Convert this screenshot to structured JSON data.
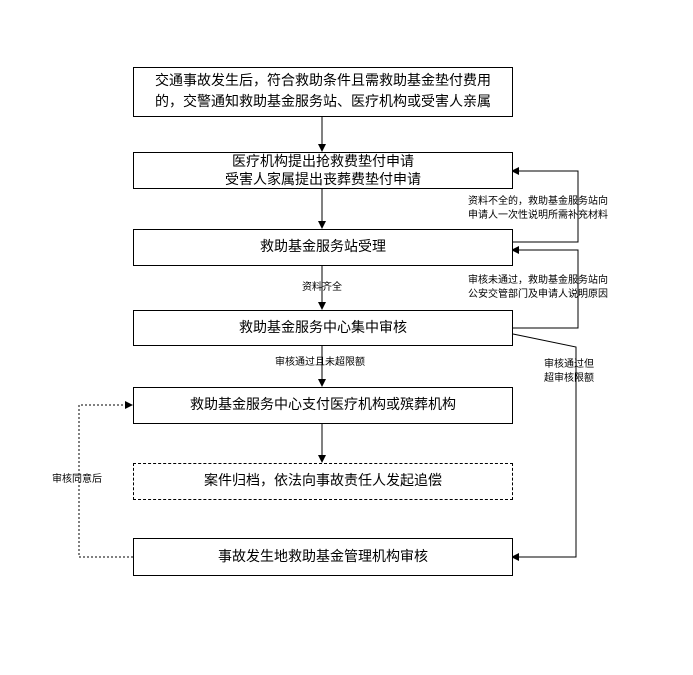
{
  "nodes": {
    "step1": [
      "交通事故发生后，符合救助条件且需救助基金垫付费用",
      "的，交警通知救助基金服务站、医疗机构或受害人亲属"
    ],
    "step2": [
      "医疗机构提出抢救费垫付申请",
      "受害人家属提出丧葬费垫付申请"
    ],
    "step3": "救助基金服务站受理",
    "step4": "救助基金服务中心集中审核",
    "step5": "救助基金服务中心支付医疗机构或殡葬机构",
    "step6": "案件归档，依法向事故责任人发起追偿",
    "step7": "事故发生地救助基金管理机构审核"
  },
  "edge_labels": {
    "incomplete": [
      "资料不全的，救助基金服务站向",
      "申请人一次性说明所需补充材料"
    ],
    "rejected": [
      "审核未通过，救助基金服务站向",
      "公安交管部门及申请人说明原因"
    ],
    "complete": "资料齐全",
    "approved_within_limit": "审核通过且未超限额",
    "approved_over_limit": [
      "审核通过但",
      "超审核限额"
    ],
    "after_agreement": "审核同意后"
  }
}
